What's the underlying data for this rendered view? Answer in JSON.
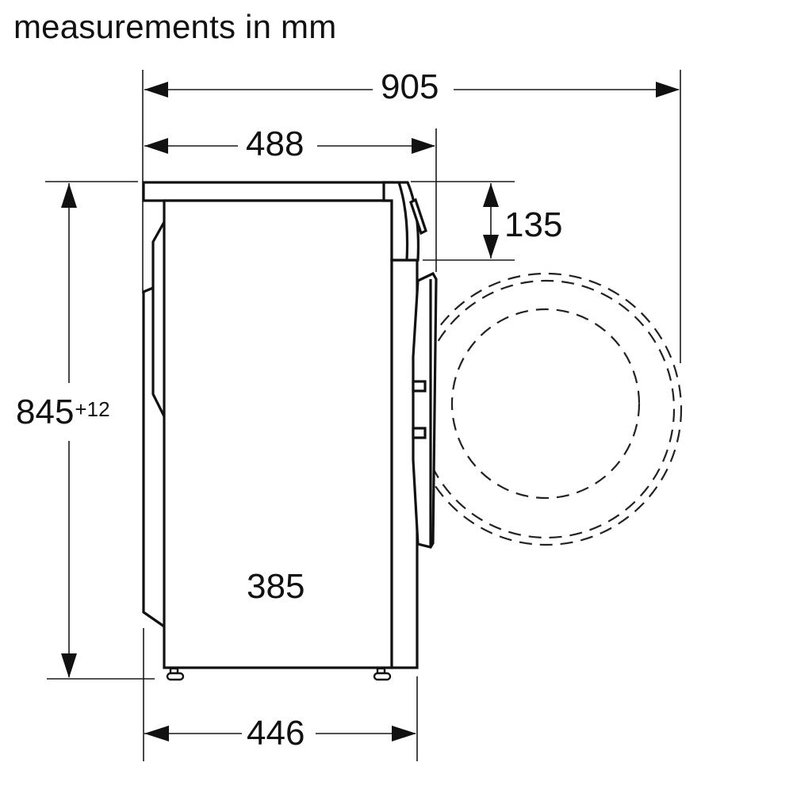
{
  "header": {
    "title": "measurements in mm"
  },
  "dimensions": {
    "overall_depth_door_open": {
      "value": "905",
      "orientation": "horizontal"
    },
    "depth_with_panel": {
      "value": "488",
      "orientation": "horizontal"
    },
    "control_panel_height": {
      "value": "135",
      "orientation": "vertical"
    },
    "height": {
      "value": "845",
      "tolerance": "+12",
      "orientation": "vertical"
    },
    "inner_body_depth": {
      "value": "385",
      "orientation": "horizontal"
    },
    "depth_with_door": {
      "value": "446",
      "orientation": "horizontal"
    }
  },
  "drawing": {
    "view": "side elevation",
    "subject": "washing machine",
    "line_color": "#111111",
    "background": "#ffffff",
    "door_swing_arcs": 3
  }
}
